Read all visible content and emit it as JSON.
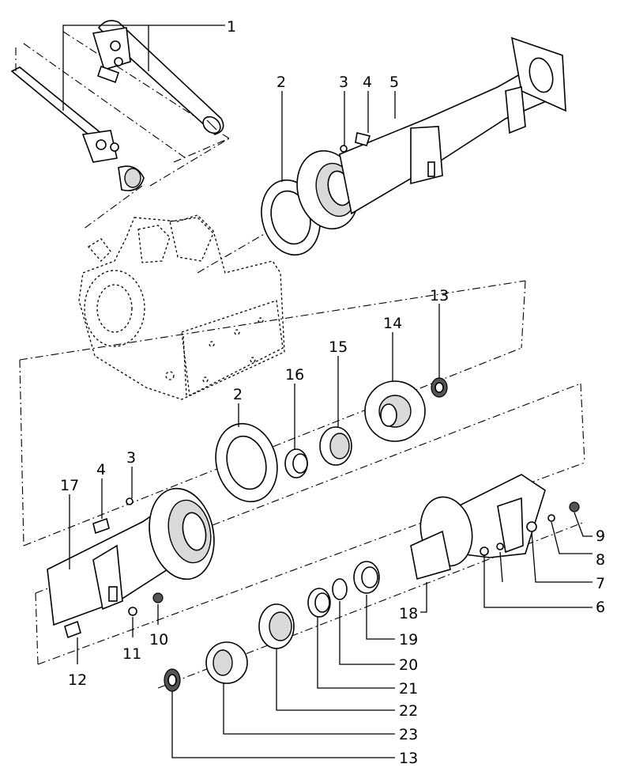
{
  "callouts": [
    {
      "id": "c1",
      "text": "1"
    },
    {
      "id": "c2a",
      "text": "2"
    },
    {
      "id": "c3a",
      "text": "3"
    },
    {
      "id": "c4a",
      "text": "4"
    },
    {
      "id": "c5",
      "text": "5"
    },
    {
      "id": "c13a",
      "text": "13"
    },
    {
      "id": "c14",
      "text": "14"
    },
    {
      "id": "c15",
      "text": "15"
    },
    {
      "id": "c16",
      "text": "16"
    },
    {
      "id": "c2b",
      "text": "2"
    },
    {
      "id": "c3b",
      "text": "3"
    },
    {
      "id": "c4b",
      "text": "4"
    },
    {
      "id": "c17",
      "text": "17"
    },
    {
      "id": "c9",
      "text": "9"
    },
    {
      "id": "c8",
      "text": "8"
    },
    {
      "id": "c7",
      "text": "7"
    },
    {
      "id": "c6",
      "text": "6"
    },
    {
      "id": "c18",
      "text": "18"
    },
    {
      "id": "c19",
      "text": "19"
    },
    {
      "id": "c20",
      "text": "20"
    },
    {
      "id": "c21",
      "text": "21"
    },
    {
      "id": "c22",
      "text": "22"
    },
    {
      "id": "c23",
      "text": "23"
    },
    {
      "id": "c13b",
      "text": "13"
    },
    {
      "id": "c10",
      "text": "10"
    },
    {
      "id": "c11",
      "text": "11"
    },
    {
      "id": "c12",
      "text": "12"
    }
  ]
}
